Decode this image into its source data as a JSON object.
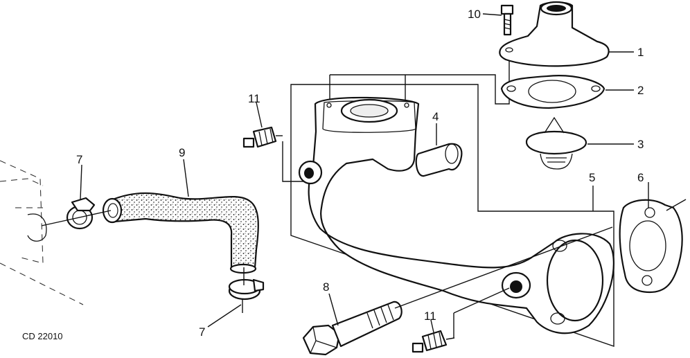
{
  "figure_ref": "CD 22010",
  "callouts": {
    "c1": "1",
    "c2": "2",
    "c3": "3",
    "c4": "4",
    "c5": "5",
    "c6": "6",
    "c7a": "7",
    "c7b": "7",
    "c8": "8",
    "c9": "9",
    "c10": "10",
    "c11a": "11",
    "c11b": "11"
  }
}
